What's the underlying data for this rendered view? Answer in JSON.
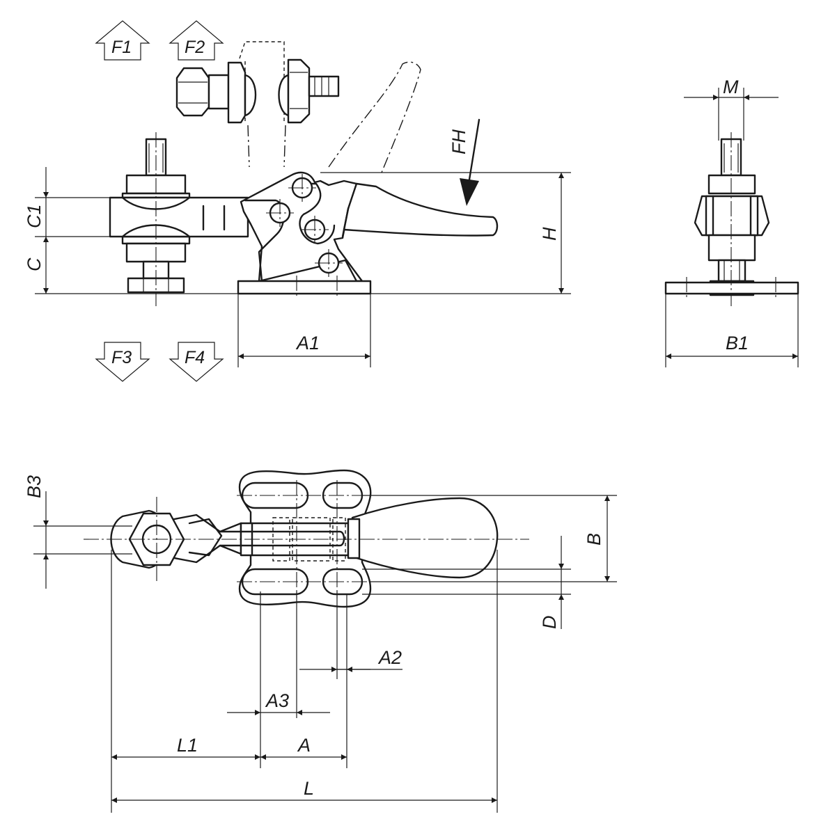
{
  "force_labels": {
    "f1": "F1",
    "f2": "F2",
    "f3": "F3",
    "f4": "F4",
    "fh": "FH"
  },
  "dimension_labels": {
    "c1": "C1",
    "c": "C",
    "h": "H",
    "a1": "A1",
    "m": "M",
    "b1": "B1",
    "b3": "B3",
    "b": "B",
    "d": "D",
    "a2": "A2",
    "a3": "A3",
    "l1": "L1",
    "a": "A",
    "l": "L"
  },
  "colors": {
    "line": "#1a1a1a",
    "background": "#ffffff"
  }
}
